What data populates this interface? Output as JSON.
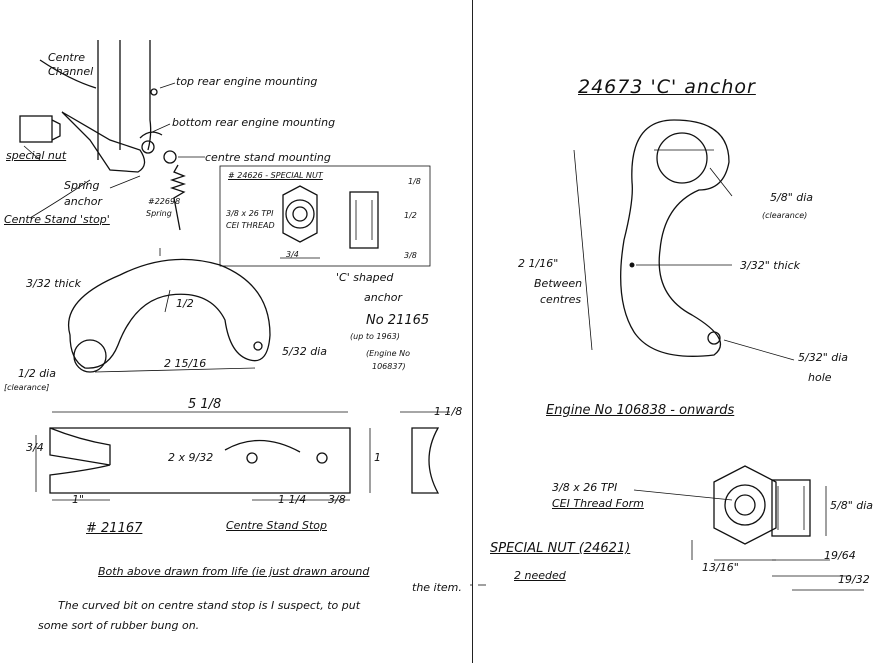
{
  "left_page": {
    "labels": {
      "centre_channel_1": "Centre",
      "centre_channel_2": "Channel",
      "top_rear_mount": "top rear engine mounting",
      "bottom_rear_mount": "bottom rear engine mounting",
      "special_nut": "special nut",
      "centre_stand_mounting": "centre stand mounting",
      "spring_anchor_1": "Spring",
      "spring_anchor_2": "anchor",
      "spring_part_1": "#22698",
      "spring_part_2": "Spring",
      "centre_stand_stop": "Centre Stand 'stop'",
      "inset_title": "# 24626 - SPECIAL NUT",
      "inset_thread_1": "3/8 x 26 TPI",
      "inset_thread_2": "CEI THREAD",
      "inset_dim_top": "1/8",
      "inset_dim_right": "1/2",
      "inset_dim_bottom": "3/8",
      "inset_dim_hex": "3/4",
      "c_shaped_1": "'C' shaped",
      "c_shaped_2": "anchor",
      "thick": "3/32 thick",
      "half_inch": "1/2",
      "part_no": "No 21165",
      "up_to": "(up to 1963)",
      "engine_no_1": "(Engine No",
      "engine_no_2": "106837)",
      "half_dia_1": "1/2 dia",
      "half_dia_2": "[clearance]",
      "centers": "2 15/16",
      "five_32_dia": "5/32 dia",
      "overall_length": "5 1/8",
      "height_left": "3/4",
      "height_right": "1",
      "holes": "2 x 9/32",
      "dim_1in": "1\"",
      "dim_1_quarter": "1 1/4",
      "dim_3_8": "3/8",
      "end_dim": "1 1/8",
      "part_21167": "# 21167",
      "centre_stand_stop_2": "Centre Stand Stop",
      "both_above": "Both above drawn from life (ie just drawn around",
      "the_item": "the item.",
      "note_1": "The curved bit on centre stand stop is I suspect, to put",
      "note_2": "some sort of rubber bung on."
    }
  },
  "right_page": {
    "labels": {
      "title": "24673 'C' anchor",
      "dia_1": "5/8\" dia",
      "dia_2": "(clearance)",
      "thick": "3/32\" thick",
      "between_1": "2 1/16\"",
      "between_2": "Between",
      "between_3": "centres",
      "small_dia_1": "5/32\" dia",
      "small_dia_2": "hole",
      "engine_no": "Engine No 106838 - onwards",
      "thread_1": "3/8 x 26 TPI",
      "thread_2": "CEI Thread Form",
      "dim_5_8": "5/8\" dia",
      "special_nut": "SPECIAL NUT (24621)",
      "needed": "2 needed",
      "across_flats": "13/16\"",
      "dim_19_64": "19/64",
      "dim_19_32": "19/32"
    }
  }
}
